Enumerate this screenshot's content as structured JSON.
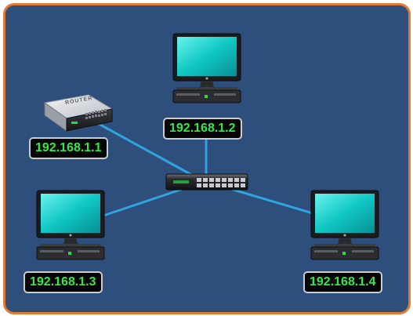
{
  "diagram": {
    "colors": {
      "background": "#2e4f7b",
      "frame": "#e27a36",
      "link": "#2fa3e0",
      "label_text": "#37e64a",
      "label_bg": "#050505"
    },
    "router": {
      "brand": "ROUTER",
      "ip": "192.168.1.1",
      "icon": "router-icon"
    },
    "switch": {
      "icon": "network-switch-icon"
    },
    "computers": [
      {
        "id": "pc-top",
        "ip": "192.168.1.2",
        "icon": "desktop-computer-icon"
      },
      {
        "id": "pc-left",
        "ip": "192.168.1.3",
        "icon": "desktop-computer-icon"
      },
      {
        "id": "pc-right",
        "ip": "192.168.1.4",
        "icon": "desktop-computer-icon"
      }
    ],
    "links": [
      {
        "from": "switch",
        "to": "router"
      },
      {
        "from": "switch",
        "to": "pc-top"
      },
      {
        "from": "switch",
        "to": "pc-left"
      },
      {
        "from": "switch",
        "to": "pc-right"
      }
    ]
  }
}
